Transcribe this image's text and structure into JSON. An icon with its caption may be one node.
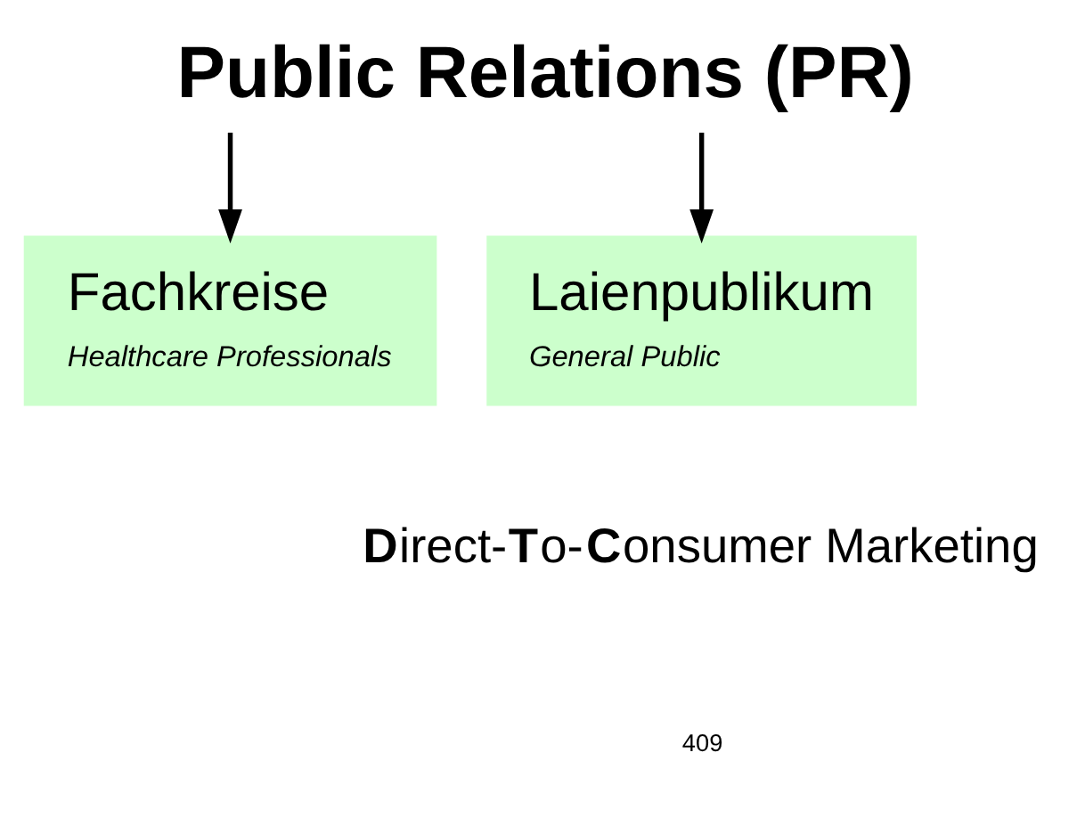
{
  "diagram": {
    "title": "Public Relations (PR)",
    "nodes": [
      {
        "text": [
          "Fachkreise",
          "Healthcare Professionals"
        ]
      },
      {
        "text": [
          "Laienpublikum",
          "General Public"
        ]
      }
    ],
    "edges": [
      {
        "from": null,
        "to": 0,
        "arrow": "to"
      },
      {
        "from": null,
        "to": 1,
        "arrow": "to"
      }
    ],
    "labels": [
      "**D**irect-**T**o-**C**onsumer Marketing",
      "409"
    ]
  }
}
